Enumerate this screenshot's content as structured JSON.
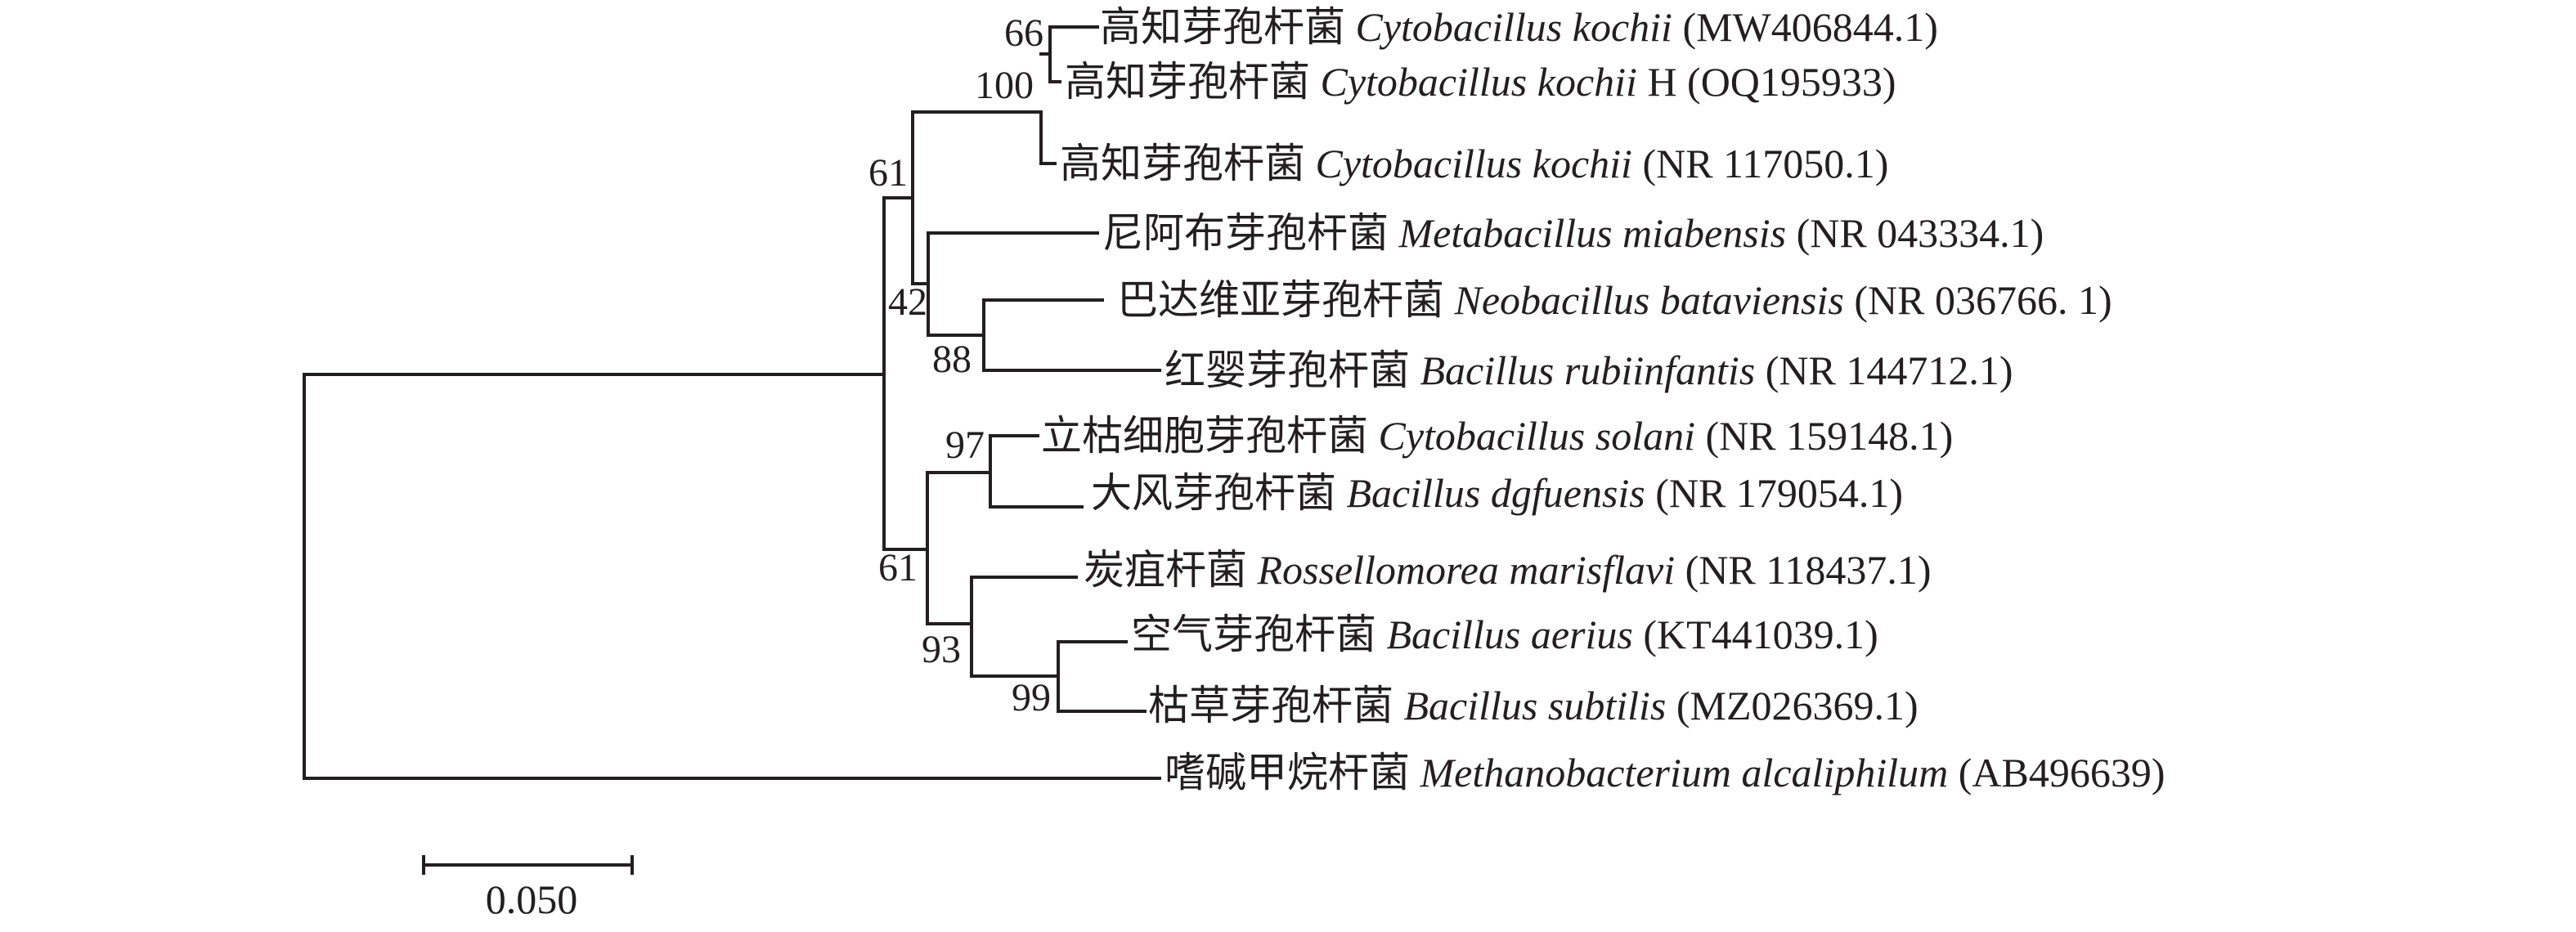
{
  "leaves": [
    {
      "chinese": "高知芽孢杆菌",
      "species": "Cytobacillus kochii",
      "accession": "(MW406844.1)"
    },
    {
      "chinese": "高知芽孢杆菌",
      "species": "Cytobacillus kochii",
      "accession": "H (OQ195933)"
    },
    {
      "chinese": "高知芽孢杆菌",
      "species": "Cytobacillus kochii",
      "accession": "(NR 117050.1)"
    },
    {
      "chinese": "尼阿布芽孢杆菌",
      "species": "Metabacillus miabensis",
      "accession": "(NR 043334.1)"
    },
    {
      "chinese": "巴达维亚芽孢杆菌",
      "species": "Neobacillus bataviensis",
      "accession": "(NR 036766. 1)"
    },
    {
      "chinese": "红婴芽孢杆菌",
      "species": "Bacillus rubiinfantis",
      "accession": "(NR 144712.1)"
    },
    {
      "chinese": "立枯细胞芽孢杆菌",
      "species": "Cytobacillus solani",
      "accession": "(NR 159148.1)"
    },
    {
      "chinese": "大风芽孢杆菌",
      "species": "Bacillus dgfuensis",
      "accession": "(NR 179054.1)"
    },
    {
      "chinese": "炭疽杆菌",
      "species": "Rossellomorea marisflavi",
      "accession": "(NR 118437.1)"
    },
    {
      "chinese": "空气芽孢杆菌",
      "species": "Bacillus aerius",
      "accession": "(KT441039.1)"
    },
    {
      "chinese": "枯草芽孢杆菌",
      "species": "Bacillus subtilis",
      "accession": "(MZ026369.1)"
    },
    {
      "chinese": "嗜碱甲烷杆菌",
      "species": "Methanobacterium alcaliphilum",
      "accession": "(AB496639)"
    }
  ],
  "bootstrap": {
    "n66": "66",
    "n100": "100",
    "n61_upper": "61",
    "n42": "42",
    "n88": "88",
    "n97": "97",
    "n61_lower": "61",
    "n93": "93",
    "n99": "99"
  },
  "scale_bar": {
    "label": "0.050",
    "value": 0.05
  }
}
